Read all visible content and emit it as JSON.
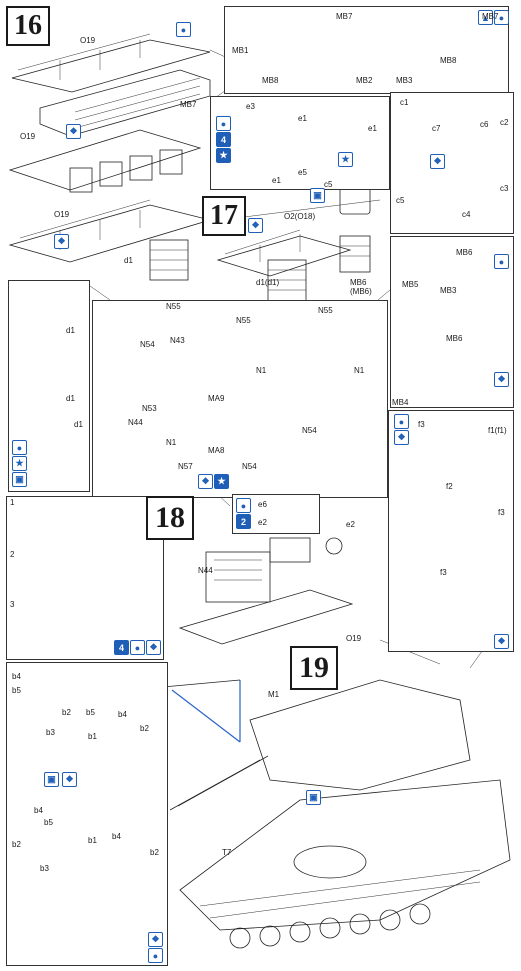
{
  "steps": {
    "s16": "16",
    "s17": "17",
    "s18": "18",
    "s19": "19"
  },
  "labels": {
    "O19_a": "O19",
    "MB7_a": "MB7",
    "O19_b": "O19",
    "O19_c": "O19",
    "d1_a": "d1",
    "MB7_b": "MB7",
    "MB7_c": "MB7",
    "MB1": "MB1",
    "MB8_a": "MB8",
    "MB8_b": "MB8",
    "MB2": "MB2",
    "MB3_a": "MB3",
    "e3": "e3",
    "e1_a": "e1",
    "e1_b": "e1",
    "e1_c": "e1",
    "e5": "e5",
    "c1": "c1",
    "c7": "c7",
    "c6": "c6",
    "c2": "c2",
    "c3": "c3",
    "c5_a": "c5",
    "c5_b": "c5",
    "c4": "c4",
    "O2O18": "O2(O18)",
    "d1d1": "d1(d1)",
    "MB6MB6": "MB6 (MB6)",
    "MB6_a": "MB6",
    "MB5": "MB5",
    "MB3_b": "MB3",
    "MB6_b": "MB6",
    "MB4": "MB4",
    "d1_b": "d1",
    "d1_c": "d1",
    "d1_d": "d1",
    "N55_a": "N55",
    "N55_b": "N55",
    "N55_c": "N55",
    "N54_a": "N54",
    "N54_b": "N54",
    "N54_c": "N54",
    "N43": "N43",
    "N53": "N53",
    "N44_a": "N44",
    "N1_a": "N1",
    "N1_b": "N1",
    "N1_c": "N1",
    "MA9": "MA9",
    "MA8": "MA8",
    "N57": "N57",
    "e6": "e6",
    "e2_a": "e2",
    "e2_b": "e2",
    "N44_b": "N44",
    "O19_d": "O19",
    "f3_a": "f3",
    "f1f1": "f1(f1)",
    "f2": "f2",
    "f3_b": "f3",
    "f3_c": "f3",
    "M1": "M1",
    "T7": "T7",
    "b4_a": "b4",
    "b5_a": "b5",
    "b2_a": "b2",
    "b3_a": "b3",
    "b1_a": "b1",
    "b5_b": "b5",
    "b4_b": "b4",
    "b2_b": "b2",
    "b4_c": "b4",
    "b5_c": "b5",
    "b1_b": "b1",
    "b4_d": "b4",
    "b2_c": "b2",
    "b3_b": "b3",
    "b2_d": "b2",
    "sub1": "1",
    "sub2": "2",
    "sub3": "3"
  },
  "colors": {
    "accent": "#1f5fb8",
    "part_blue": "#7fa7d9",
    "outline": "#1a1a1a"
  }
}
